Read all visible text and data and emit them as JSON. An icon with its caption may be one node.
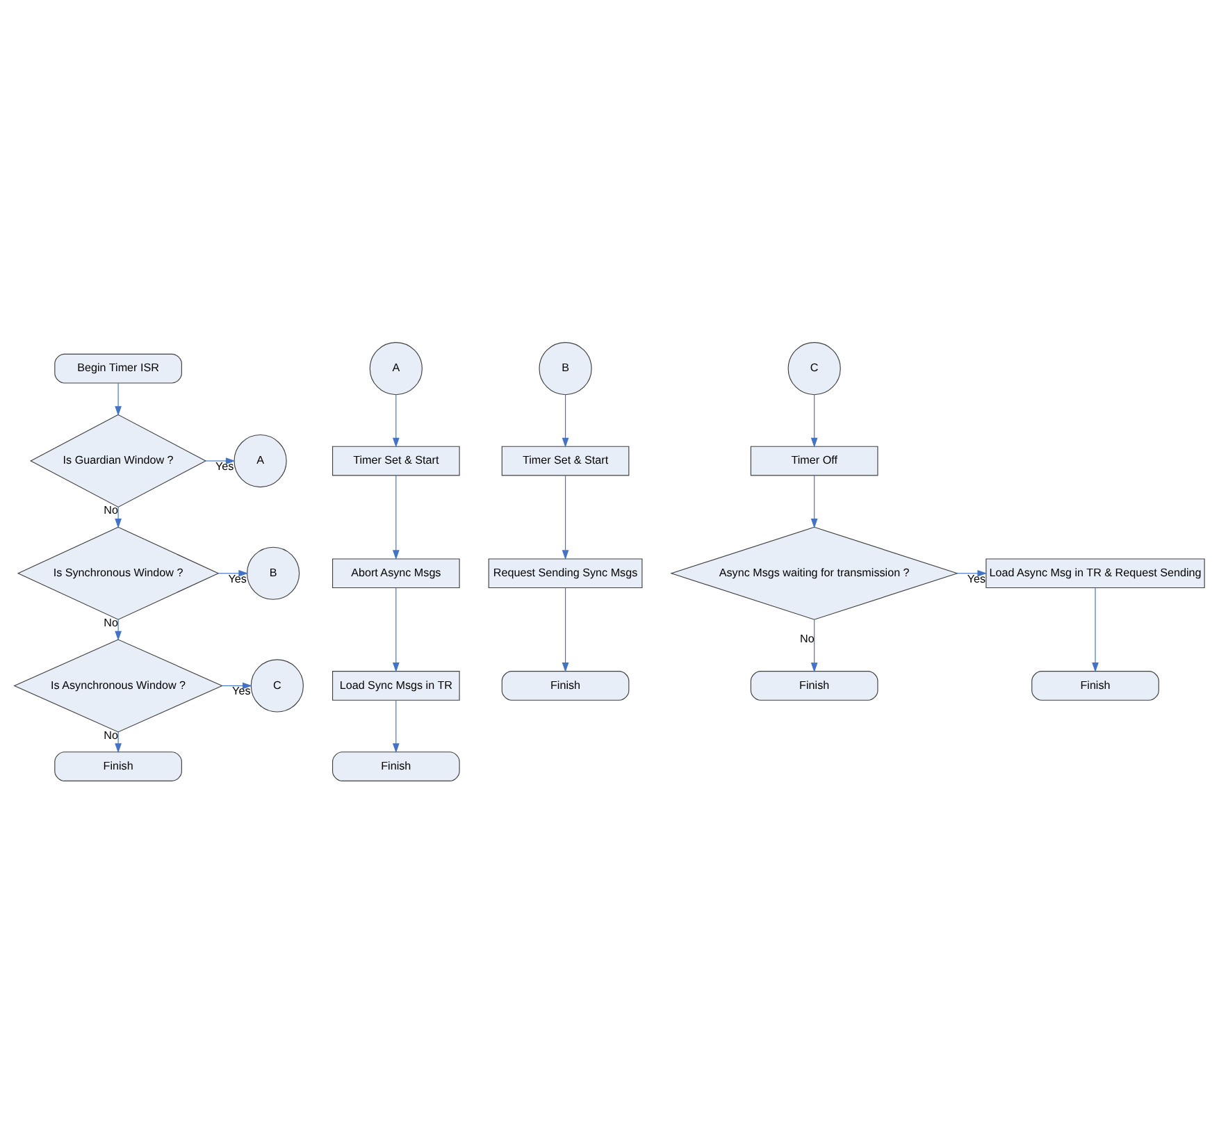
{
  "diagram": {
    "nodes": [
      {
        "text": [
          "Begin Timer ISR"
        ]
      },
      {
        "text": [
          "Is Guardian Window ?"
        ]
      },
      {
        "text": [
          "A"
        ]
      },
      {
        "text": [
          "Is Synchronous Window ?"
        ]
      },
      {
        "text": [
          "B"
        ]
      },
      {
        "text": [
          "Is Asynchronous Window ?"
        ]
      },
      {
        "text": [
          "C"
        ]
      },
      {
        "text": [
          "Finish"
        ]
      },
      {
        "text": [
          "A"
        ]
      },
      {
        "text": [
          "Timer Set & Start"
        ]
      },
      {
        "text": [
          "Abort Async Msgs"
        ]
      },
      {
        "text": [
          "Load Sync Msgs in TR"
        ]
      },
      {
        "text": [
          "Finish"
        ]
      },
      {
        "text": [
          "B"
        ]
      },
      {
        "text": [
          "Timer Set & Start"
        ]
      },
      {
        "text": [
          "Request Sending Sync Msgs"
        ]
      },
      {
        "text": [
          "Finish"
        ]
      },
      {
        "text": [
          "C"
        ]
      },
      {
        "text": [
          "Timer Off"
        ]
      },
      {
        "text": [
          "Async Msgs waiting for transmission ?"
        ]
      },
      {
        "text": [
          "Load Async Msg in TR & Request Sending"
        ]
      },
      {
        "text": [
          "Finish"
        ]
      },
      {
        "text": [
          "Finish"
        ]
      }
    ],
    "edges": [
      {
        "from": 0,
        "to": 1,
        "arrow": "to"
      },
      {
        "from": 1,
        "to": 2,
        "arrow": "to",
        "label": "Yes"
      },
      {
        "from": 1,
        "to": 3,
        "arrow": "to",
        "label": "No"
      },
      {
        "from": 3,
        "to": 4,
        "arrow": "to",
        "label": "Yes"
      },
      {
        "from": 3,
        "to": 5,
        "arrow": "to",
        "label": "No"
      },
      {
        "from": 5,
        "to": 6,
        "arrow": "to",
        "label": "Yes"
      },
      {
        "from": 5,
        "to": 7,
        "arrow": "to",
        "label": "No"
      },
      {
        "from": 8,
        "to": 9,
        "arrow": "to"
      },
      {
        "from": 9,
        "to": 10,
        "arrow": "to"
      },
      {
        "from": 10,
        "to": 11,
        "arrow": "to"
      },
      {
        "from": 11,
        "to": 12,
        "arrow": "to"
      },
      {
        "from": 13,
        "to": 14,
        "arrow": "to"
      },
      {
        "from": 14,
        "to": 15,
        "arrow": "to"
      },
      {
        "from": 15,
        "to": 16,
        "arrow": "to"
      },
      {
        "from": 17,
        "to": 18,
        "arrow": "to"
      },
      {
        "from": 18,
        "to": 19,
        "arrow": "to"
      },
      {
        "from": 19,
        "to": 20,
        "arrow": "to",
        "label": "Yes"
      },
      {
        "from": 19,
        "to": 21,
        "arrow": "to",
        "label": "No"
      },
      {
        "from": 20,
        "to": 22,
        "arrow": "to"
      }
    ]
  }
}
